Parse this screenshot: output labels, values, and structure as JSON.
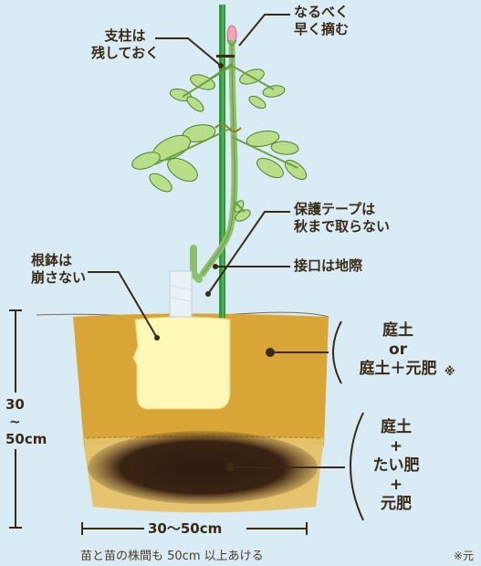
{
  "labels": {
    "stake": [
      "支柱は",
      "残しておく"
    ],
    "bud": [
      "なるべく",
      "早く摘む"
    ],
    "tape": [
      "保護テープは",
      "秋まで取らない"
    ],
    "graft": "接口は地際",
    "rootball": [
      "根鉢は",
      "崩さない"
    ],
    "upper_soil": [
      "庭土",
      "or",
      "庭土＋元肥"
    ],
    "upper_soil_mark": "※",
    "lower_soil": [
      "庭土",
      "+",
      "たい肥",
      "+",
      "元肥"
    ],
    "depth": [
      "30",
      "~",
      "50cm"
    ],
    "width": "30〜50cm",
    "spacing_note": "苗と苗の株間も 50cm 以上あける",
    "footnote": "※元"
  },
  "colors": {
    "background": "#d9ecf6",
    "soil_upper": "#d8a536",
    "soil_lower": "#e3bf63",
    "compost": "#3b2313",
    "rootball": "#fff7b8",
    "leaf": "#b8de8a",
    "leaf_edge": "#4f7f2b",
    "stem": "#8cc06a",
    "stake": "#2f9a3a",
    "line": "#3a2a14"
  }
}
